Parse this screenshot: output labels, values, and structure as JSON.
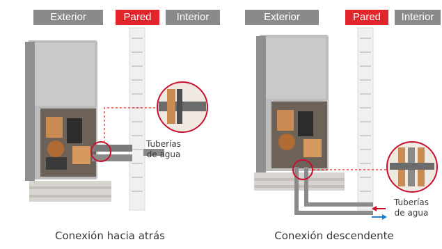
{
  "left_panel": {
    "tags": {
      "exterior": "Exterior",
      "pared": "Pared",
      "interior": "Interior"
    },
    "pipe_label": "Tuberías\nde agua",
    "caption": "Conexión hacia atrás"
  },
  "right_panel": {
    "tags": {
      "exterior": "Exterior",
      "pared": "Pared",
      "interior": "Interior"
    },
    "pipe_label": "Tuberías\nde agua",
    "caption": "Conexión descendente"
  },
  "colors": {
    "tag_gray": "#8a8a8a",
    "tag_red": "#e0262b",
    "arrow_in": "#c8102e",
    "arrow_out": "#1f7fd1",
    "dotted_line": "#e0262b"
  }
}
